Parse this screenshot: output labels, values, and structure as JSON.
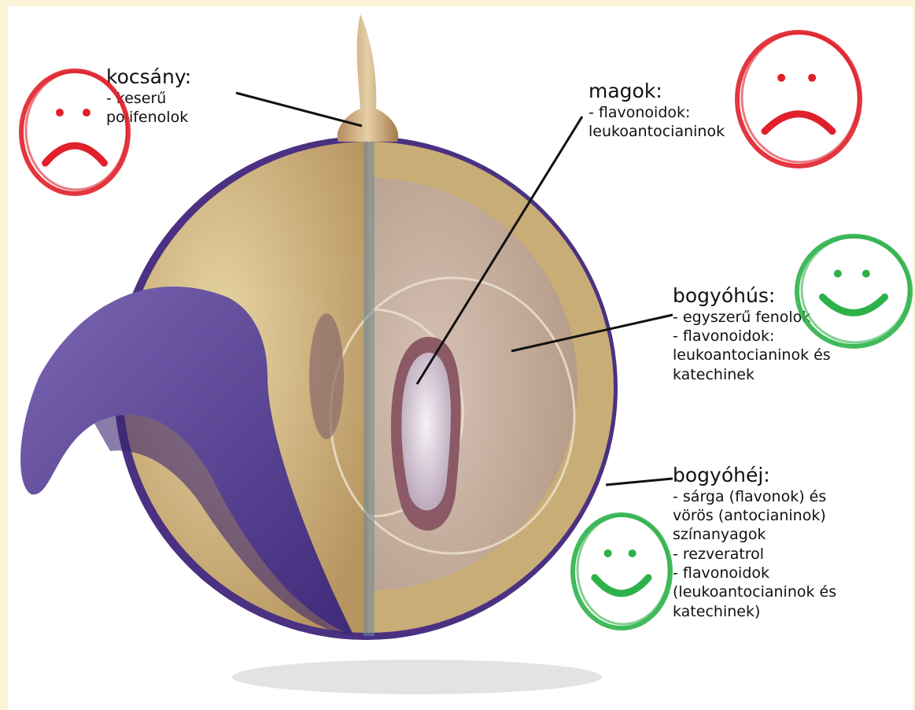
{
  "labels": {
    "kocsany": {
      "title": "kocsány:",
      "lines": [
        "- keserű",
        "polifenolok"
      ]
    },
    "magok": {
      "title": "magok:",
      "lines": [
        "- flavonoidok:",
        "leukoantocianinok"
      ]
    },
    "bogyohus": {
      "title": "bogyóhús:",
      "lines": [
        "- egyszerű fenolok",
        "- flavonoidok:",
        "leukoantocianinok és",
        "katechinek"
      ]
    },
    "bogyohej": {
      "title": "bogyóhéj:",
      "lines": [
        "- sárga (flavonok) és",
        "vörös (antocianinok)",
        "színanyagok",
        "- rezveratrol",
        "- flavonoidok",
        "(leukoantocianinok és",
        "katechinek)"
      ]
    }
  },
  "faces": [
    {
      "id": "stem",
      "mood": "sad",
      "color": "#e0202a"
    },
    {
      "id": "seeds",
      "mood": "sad",
      "color": "#e0202a"
    },
    {
      "id": "flesh",
      "mood": "happy",
      "color": "#2db24a"
    },
    {
      "id": "skin",
      "mood": "happy",
      "color": "#2db24a"
    }
  ],
  "colors": {
    "page_bg": "#fdf3d6",
    "skin": "#5b3f91",
    "flesh": "#d9bc85",
    "seed": "#e8e2ea"
  }
}
